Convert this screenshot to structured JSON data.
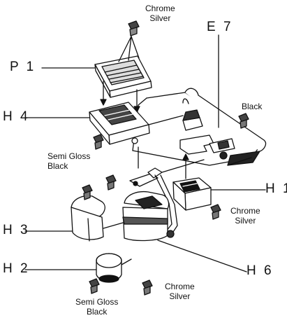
{
  "parts": {
    "p1": "P 1",
    "h4": "H 4",
    "e7": "E 7",
    "h1": "H 1",
    "h3": "H 3",
    "h6": "H 6",
    "h2": "H 2"
  },
  "paint_notes": {
    "top_chrome": [
      "Chrome",
      "Silver"
    ],
    "black": "Black",
    "semi_gloss_mid": [
      "Semi Gloss",
      "Black"
    ],
    "h1_chrome": [
      "Chrome",
      "Silver"
    ],
    "bottom_chrome": [
      "Chrome",
      "Silver"
    ],
    "semi_gloss_bottom": [
      "Semi Gloss",
      "Black"
    ]
  },
  "colors": {
    "ink": "#111111",
    "paper": "#ffffff",
    "shade": "#555555"
  }
}
